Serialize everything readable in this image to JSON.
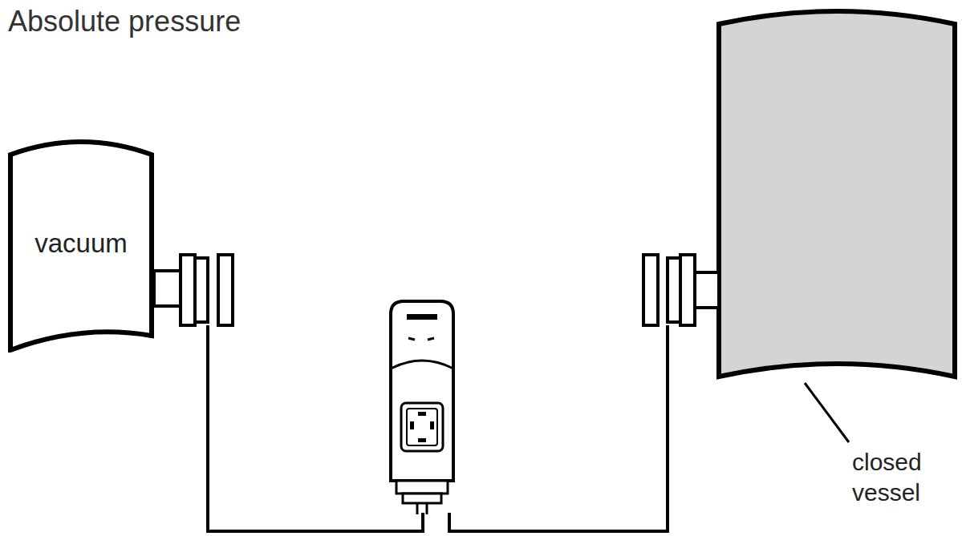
{
  "diagram": {
    "title": "Absolute pressure",
    "nodes": [
      {
        "text": [
          "vacuum"
        ]
      }
    ],
    "labels": [
      "closed vessel"
    ]
  }
}
